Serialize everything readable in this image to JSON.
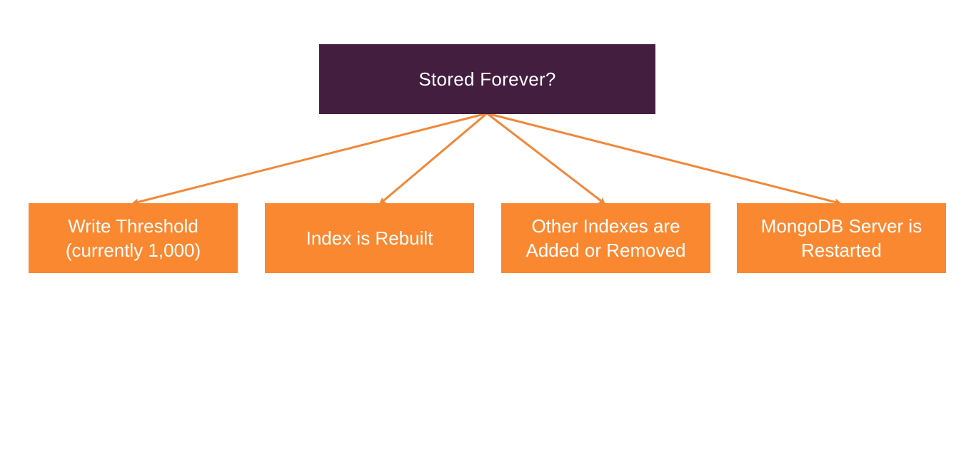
{
  "diagram": {
    "root": {
      "label": "Stored Forever?"
    },
    "children": [
      {
        "label": "Write Threshold\n(currently 1,000)"
      },
      {
        "label": "Index is Rebuilt"
      },
      {
        "label": "Other Indexes are\nAdded or Removed"
      },
      {
        "label": "MongoDB Server is\nRestarted"
      }
    ]
  },
  "colors": {
    "root_fill": "#431e3f",
    "child_fill": "#fa8831",
    "connector": "#f0883a",
    "text": "#ffffff"
  }
}
